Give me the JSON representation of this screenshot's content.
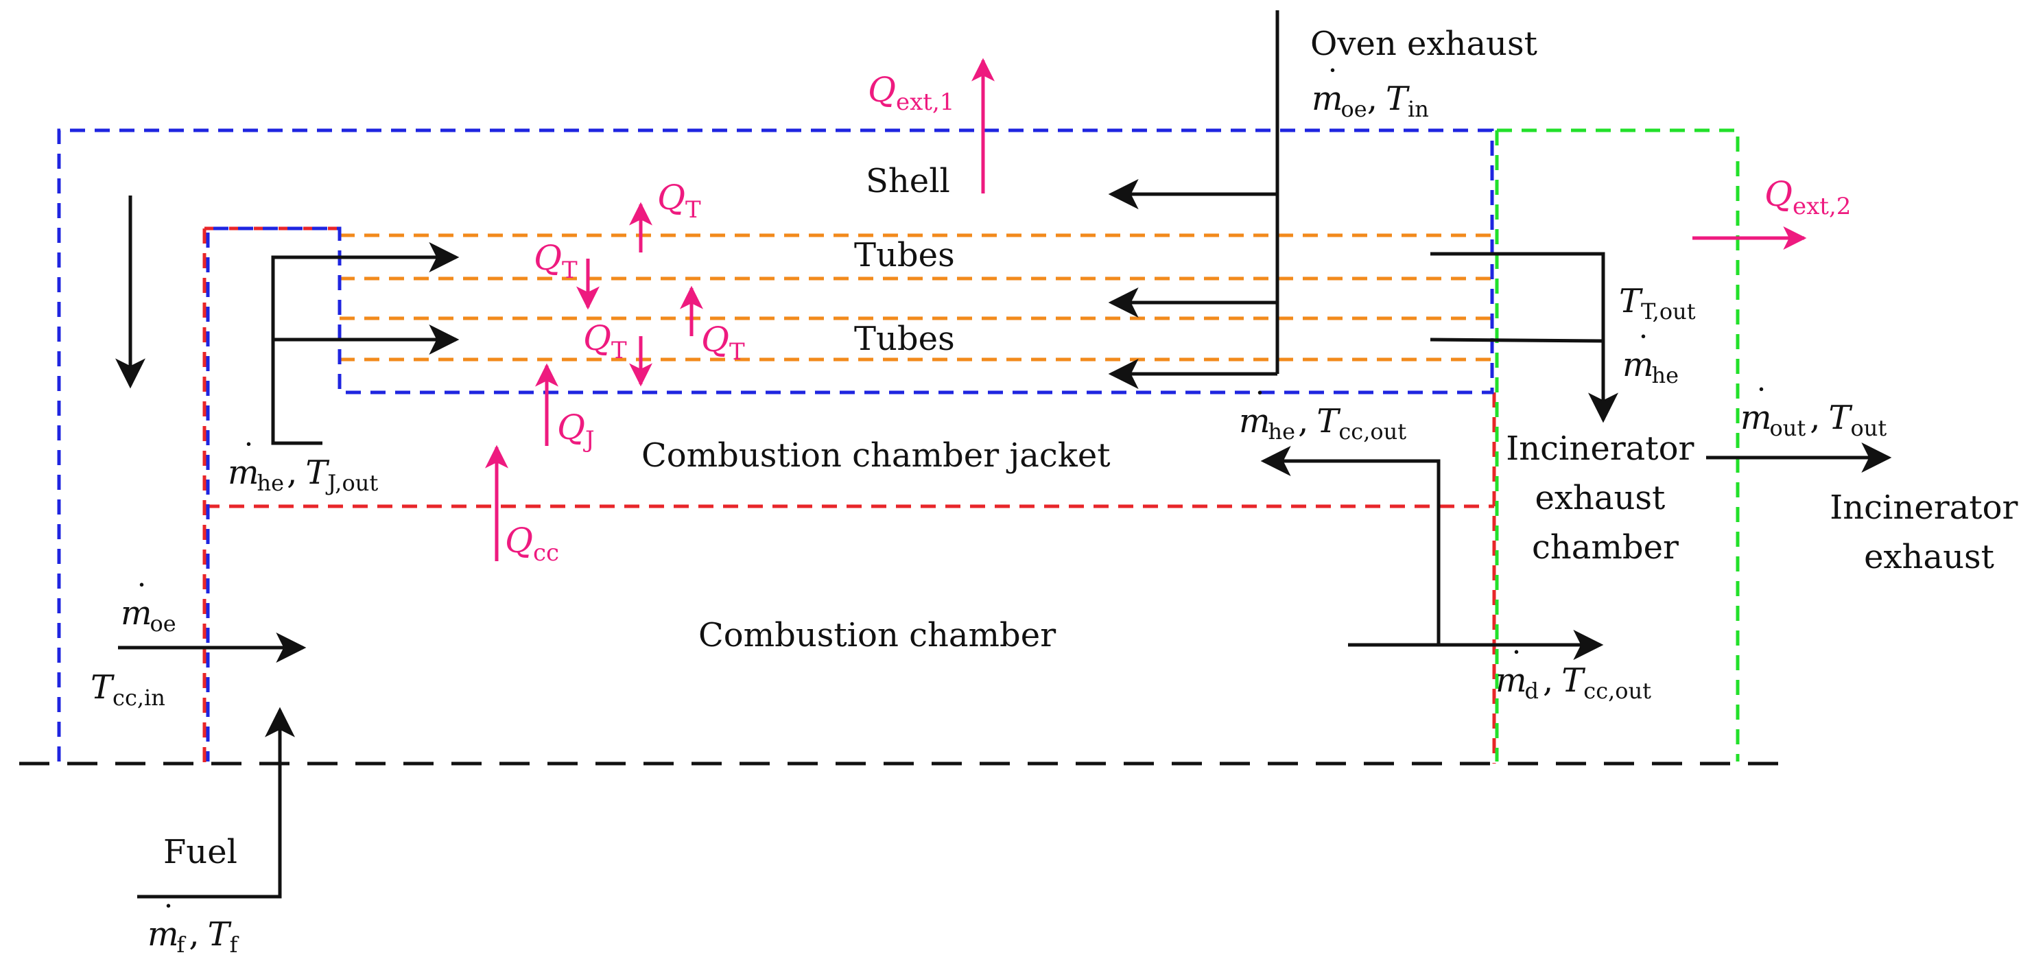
{
  "colors": {
    "black": "#111111",
    "blue_boundary": "#1f25e0",
    "green_boundary": "#22e02a",
    "red_boundary": "#e8262a",
    "orange_tubes": "#f28a1c",
    "heat_magenta": "#ee1a7f"
  },
  "labels": {
    "shell": "Shell",
    "tubes_1": "Tubes",
    "tubes_2": "Tubes",
    "jacket": "Combustion chamber jacket",
    "combustion_chamber": "Combustion chamber",
    "oven_exhaust": "Oven exhaust",
    "incinerator_chamber": [
      "Incinerator",
      "exhaust",
      "chamber"
    ],
    "incinerator_exhaust": [
      "Incinerator",
      "exhaust"
    ],
    "fuel": "Fuel"
  },
  "symbols": {
    "m": "m",
    "T": "T",
    "Q": "Q",
    "dot": "˙",
    "sep": ",",
    "oe": "oe",
    "in": "in",
    "he": "he",
    "T_out": "T,out",
    "cc_out": "cc,out",
    "J_out": "J,out",
    "cc_in": "cc,in",
    "d": "d",
    "f": "f",
    "out": "out",
    "ext1": "ext,1",
    "ext2": "ext,2",
    "Tsub": "T",
    "J": "J",
    "cc": "cc"
  }
}
